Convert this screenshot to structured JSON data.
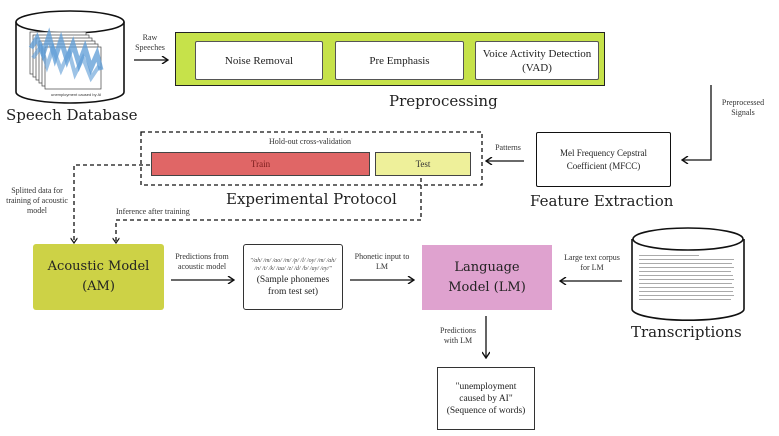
{
  "colors": {
    "preprocessing_bg": "#c6e24a",
    "train_bg": "#e06666",
    "test_bg": "#eef09a",
    "acoustic_model_bg": "#cdd246",
    "language_model_bg": "#dfa2cf",
    "waveform": "#5b9bd5"
  },
  "speech_database": {
    "label": "Speech Database",
    "caption": "unemployment caused by AI"
  },
  "arrows": {
    "raw_speeches": "Raw Speeches",
    "preprocessed_signals": "Preprocessed Signals",
    "patterns": "Patterns",
    "splitted_data": "Splitted data for training of acoustic model",
    "inference": "Inference after training",
    "predictions_am": "Predictions from acoustic model",
    "phonetic_input": "Phonetic input to LM",
    "large_corpus": "Large text corpus for LM",
    "predictions_lm": "Predictions with LM"
  },
  "preprocessing": {
    "title": "Preprocessing",
    "steps": [
      "Noise Removal",
      "Pre Emphasis",
      "Voice Activity Detection (VAD)"
    ]
  },
  "feature_extraction": {
    "title": "Feature Extraction",
    "box": "Mel Frequency Cepstral Coefficient (MFCC)"
  },
  "experimental_protocol": {
    "title": "Experimental Protocol",
    "subtitle": "Hold-out cross-validation",
    "train": "Train",
    "test": "Test"
  },
  "acoustic_model": {
    "label": "Acoustic Model (AM)"
  },
  "phonemes": {
    "text": "\"/ah/ /m/ /ao/ /m/ /p/ /l/ /oy/ /m/ /ah/ /n/ /t/ /k/ /aa/ /z/ /d/ /b/ /ay/ /ey/\"",
    "caption": "(Sample phonemes from test set)"
  },
  "language_model": {
    "label": "Language Model (LM)"
  },
  "transcriptions": {
    "label": "Transcriptions"
  },
  "output": {
    "text": "\"unemployment caused by AI\"",
    "caption": "(Sequence of words)"
  }
}
